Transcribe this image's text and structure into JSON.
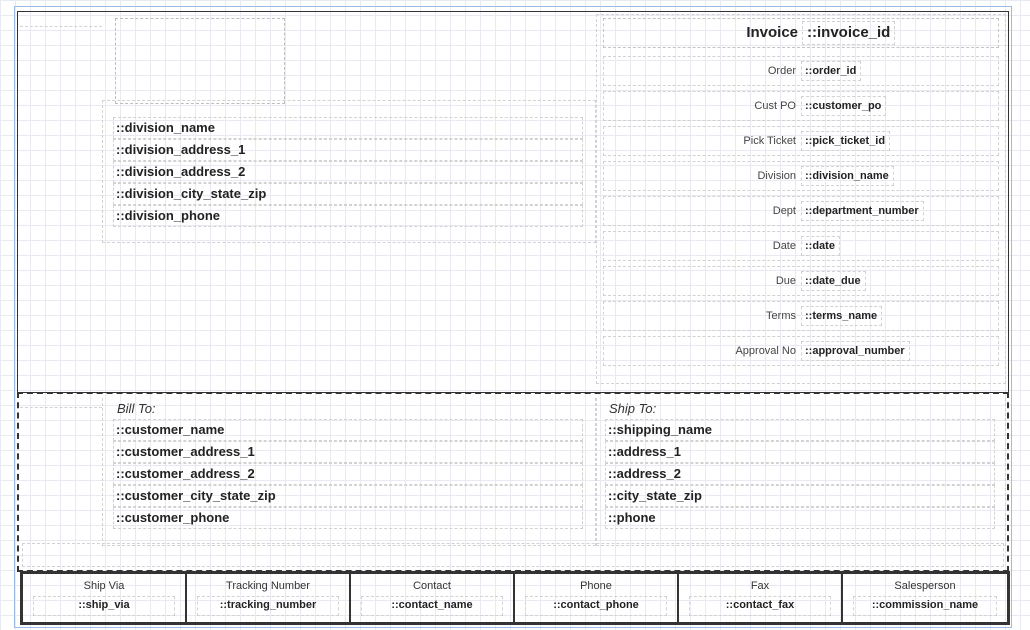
{
  "division": {
    "fields": [
      "::division_name",
      "::division_address_1",
      "::division_address_2",
      "::division_city_state_zip",
      "::division_phone"
    ]
  },
  "invoice": {
    "title_label": "Invoice",
    "title_value": "::invoice_id",
    "rows": [
      {
        "label": "Order",
        "value": "::order_id"
      },
      {
        "label": "Cust PO",
        "value": "::customer_po"
      },
      {
        "label": "Pick Ticket",
        "value": "::pick_ticket_id"
      },
      {
        "label": "Division",
        "value": "::division_name"
      },
      {
        "label": "Dept",
        "value": "::department_number"
      },
      {
        "label": "Date",
        "value": "::date"
      },
      {
        "label": "Due",
        "value": "::date_due"
      },
      {
        "label": "Terms",
        "value": "::terms_name"
      },
      {
        "label": "Approval No",
        "value": "::approval_number"
      }
    ]
  },
  "bill_to": {
    "heading": "Bill To:",
    "fields": [
      "::customer_name",
      "::customer_address_1",
      "::customer_address_2",
      "::customer_city_state_zip",
      "::customer_phone"
    ]
  },
  "ship_to": {
    "heading": "Ship To:",
    "fields": [
      "::shipping_name",
      "::address_1",
      "::address_2",
      "::city_state_zip",
      "::phone"
    ]
  },
  "footer": [
    {
      "label": "Ship Via",
      "value": "::ship_via"
    },
    {
      "label": "Tracking Number",
      "value": "::tracking_number"
    },
    {
      "label": "Contact",
      "value": "::contact_name"
    },
    {
      "label": "Phone",
      "value": "::contact_phone"
    },
    {
      "label": "Fax",
      "value": "::contact_fax"
    },
    {
      "label": "Salesperson",
      "value": "::commission_name"
    }
  ]
}
